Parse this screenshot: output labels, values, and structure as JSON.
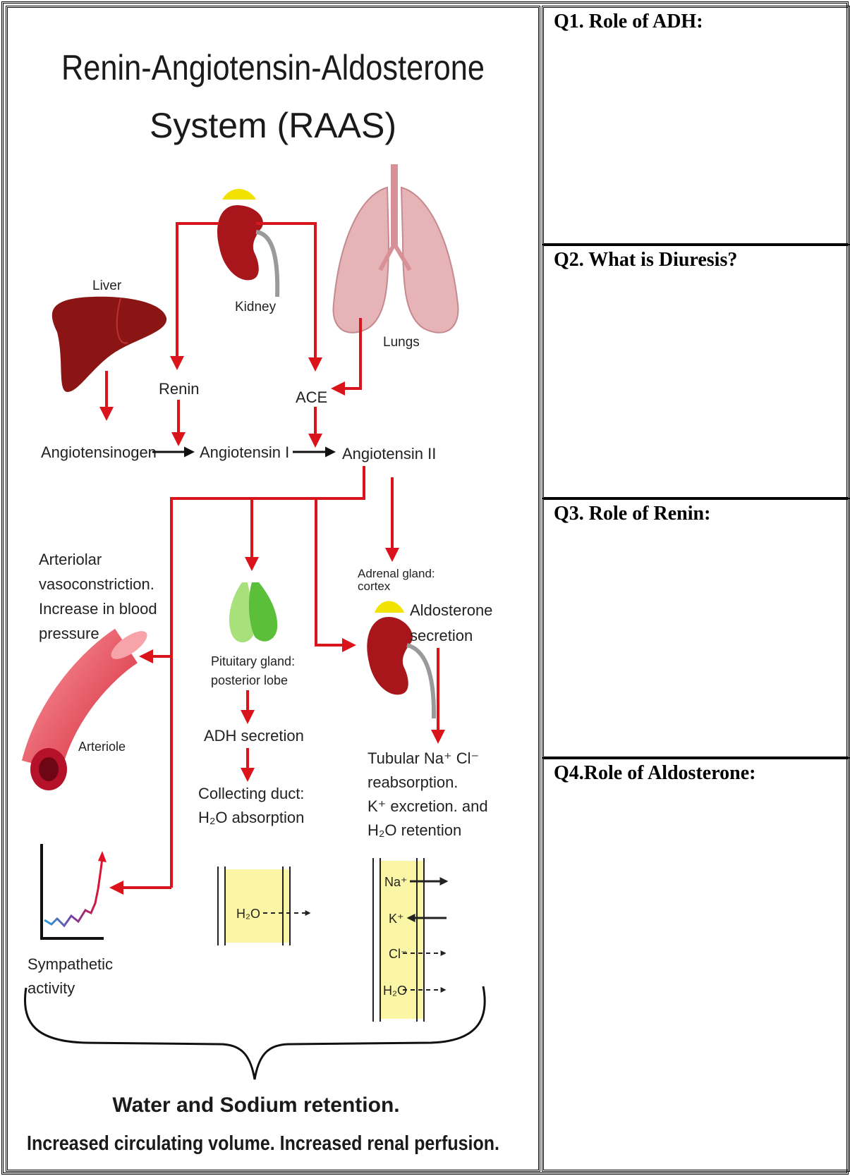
{
  "diagram": {
    "title_line1": "Renin-Angiotensin-Aldosterone",
    "title_line2": "System (RAAS)",
    "labels": {
      "liver": "Liver",
      "kidney": "Kidney",
      "lungs": "Lungs",
      "renin": "Renin",
      "ace": "ACE",
      "angiotensinogen": "Angiotensinogen",
      "angiotensin1": "Angiotensin I",
      "angiotensin2": "Angiotensin II",
      "arteriolar_1": "Arteriolar",
      "arteriolar_2": "vasoconstriction.",
      "arteriolar_3": "Increase in blood",
      "arteriolar_4": "pressure",
      "arteriole": "Arteriole",
      "adrenal_1": "Adrenal gland:",
      "adrenal_2": "cortex",
      "aldosterone_1": "Aldosterone",
      "aldosterone_2": "secretion",
      "pituitary_1": "Pituitary gland:",
      "pituitary_2": "posterior lobe",
      "adh_secretion": "ADH secretion",
      "collecting_1": "Collecting duct:",
      "collecting_2": "H₂O absorption",
      "tubular_1": "Tubular Na⁺ Cl⁻",
      "tubular_2": "reabsorption.",
      "tubular_3": "K⁺ excretion. and",
      "tubular_4": "H₂O retention",
      "h2o": "H₂O",
      "na": "Na⁺",
      "k": "K⁺",
      "cl": "Cl⁻",
      "sympathetic_1": "Sympathetic",
      "sympathetic_2": "activity",
      "bottom_1": "Water and Sodium retention.",
      "bottom_2": "Increased circulating volume. Increased renal perfusion."
    }
  },
  "questions": [
    {
      "label": "Q1. Role of ADH:"
    },
    {
      "label": "Q2. What is Diuresis?"
    },
    {
      "label": "Q3. Role of Renin:"
    },
    {
      "label": "Q4.Role of Aldosterone:"
    }
  ],
  "colors": {
    "arrow_red": "#d9141b",
    "liver": "#8b1515",
    "kidney": "#a8161c",
    "adrenal": "#f2e200",
    "lungs": "#e8b8bc",
    "pituitary": "#86d65a",
    "arteriole": "#e84a57",
    "membrane": "#fbf6a6"
  }
}
